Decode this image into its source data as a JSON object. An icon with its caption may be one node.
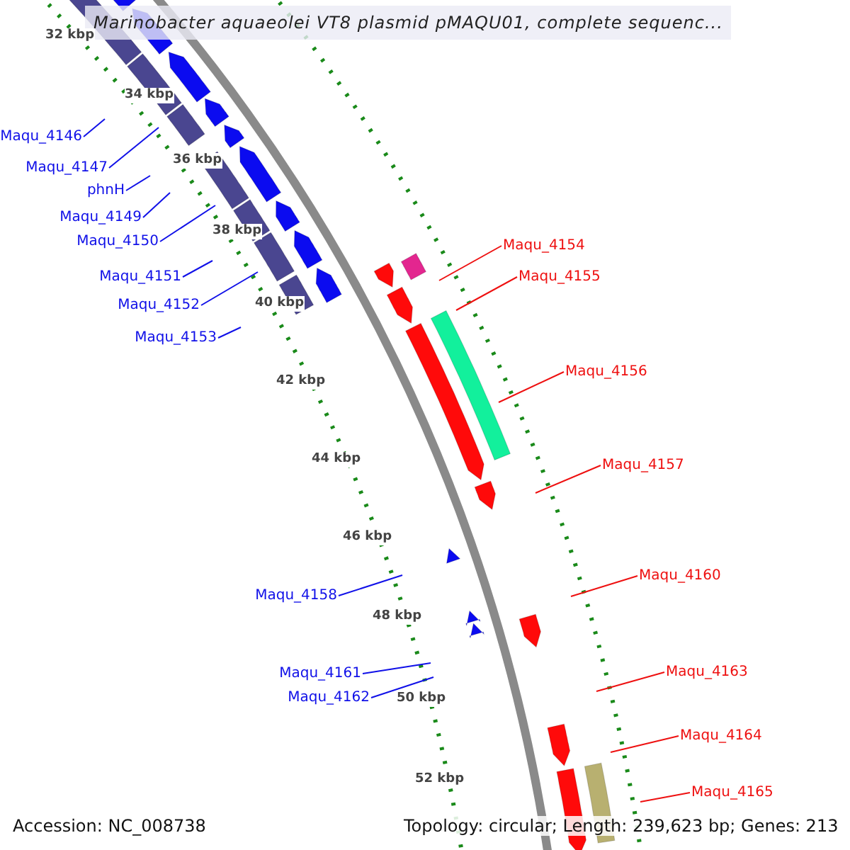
{
  "diagram": {
    "title": "Marinobacter aquaeolei VT8 plasmid pMAQU01, complete sequenc...",
    "nodes": [
      {
        "text": [
          "Maqu_4146"
        ]
      },
      {
        "text": [
          "Maqu_4147"
        ]
      },
      {
        "text": [
          "phnH"
        ]
      },
      {
        "text": [
          "Maqu_4149"
        ]
      },
      {
        "text": [
          "Maqu_4150"
        ]
      },
      {
        "text": [
          "Maqu_4154"
        ]
      },
      {
        "text": [
          "Maqu_4151"
        ]
      },
      {
        "text": [
          "Maqu_4155"
        ]
      },
      {
        "text": [
          "Maqu_4152"
        ]
      },
      {
        "text": [
          "Maqu_4153"
        ]
      },
      {
        "text": [
          "Maqu_4156"
        ]
      },
      {
        "text": [
          "Maqu_4157"
        ]
      },
      {
        "text": [
          "Maqu_4160"
        ]
      },
      {
        "text": [
          "Maqu_4158"
        ]
      },
      {
        "text": [
          "Maqu_4163"
        ]
      },
      {
        "text": [
          "Maqu_4161"
        ]
      },
      {
        "text": [
          "Maqu_4162"
        ]
      },
      {
        "text": [
          "Maqu_4164"
        ]
      },
      {
        "text": [
          "Maqu_4165"
        ]
      }
    ],
    "edges": [
      {
        "from": 0,
        "to": null,
        "arrow": "none"
      },
      {
        "from": 1,
        "to": null,
        "arrow": "none"
      },
      {
        "from": 2,
        "to": null,
        "arrow": "none"
      },
      {
        "from": 3,
        "to": null,
        "arrow": "none"
      },
      {
        "from": 4,
        "to": null,
        "arrow": "none"
      },
      {
        "from": 5,
        "to": null,
        "arrow": "none",
        "color": "#ee1010"
      },
      {
        "from": 6,
        "to": null,
        "arrow": "none"
      },
      {
        "from": 7,
        "to": null,
        "arrow": "none",
        "color": "#ee1010"
      },
      {
        "from": 8,
        "to": null,
        "arrow": "none"
      },
      {
        "from": 9,
        "to": null,
        "arrow": "none"
      },
      {
        "from": 10,
        "to": null,
        "arrow": "none",
        "color": "#ee1010"
      },
      {
        "from": 11,
        "to": null,
        "arrow": "none",
        "color": "#ee1010"
      },
      {
        "from": 12,
        "to": null,
        "arrow": "none",
        "color": "#ee1010"
      },
      {
        "from": 13,
        "to": null,
        "arrow": "none"
      },
      {
        "from": 14,
        "to": null,
        "arrow": "none",
        "color": "#ee1010"
      },
      {
        "from": 15,
        "to": null,
        "arrow": "none"
      },
      {
        "from": 16,
        "to": null,
        "arrow": "none"
      },
      {
        "from": 17,
        "to": null,
        "arrow": "none",
        "color": "#ee1010"
      },
      {
        "from": 18,
        "to": null,
        "arrow": "none",
        "color": "#ee1010"
      }
    ],
    "labels": [
      "32 kbp",
      "34 kbp",
      "36 kbp",
      "38 kbp",
      "40 kbp",
      "42 kbp",
      "44 kbp",
      "46 kbp",
      "48 kbp",
      "50 kbp",
      "52 kbp",
      "Accession: NC_008738",
      "Topology: circular; Length: 239,623 bp; Genes: 213"
    ]
  }
}
